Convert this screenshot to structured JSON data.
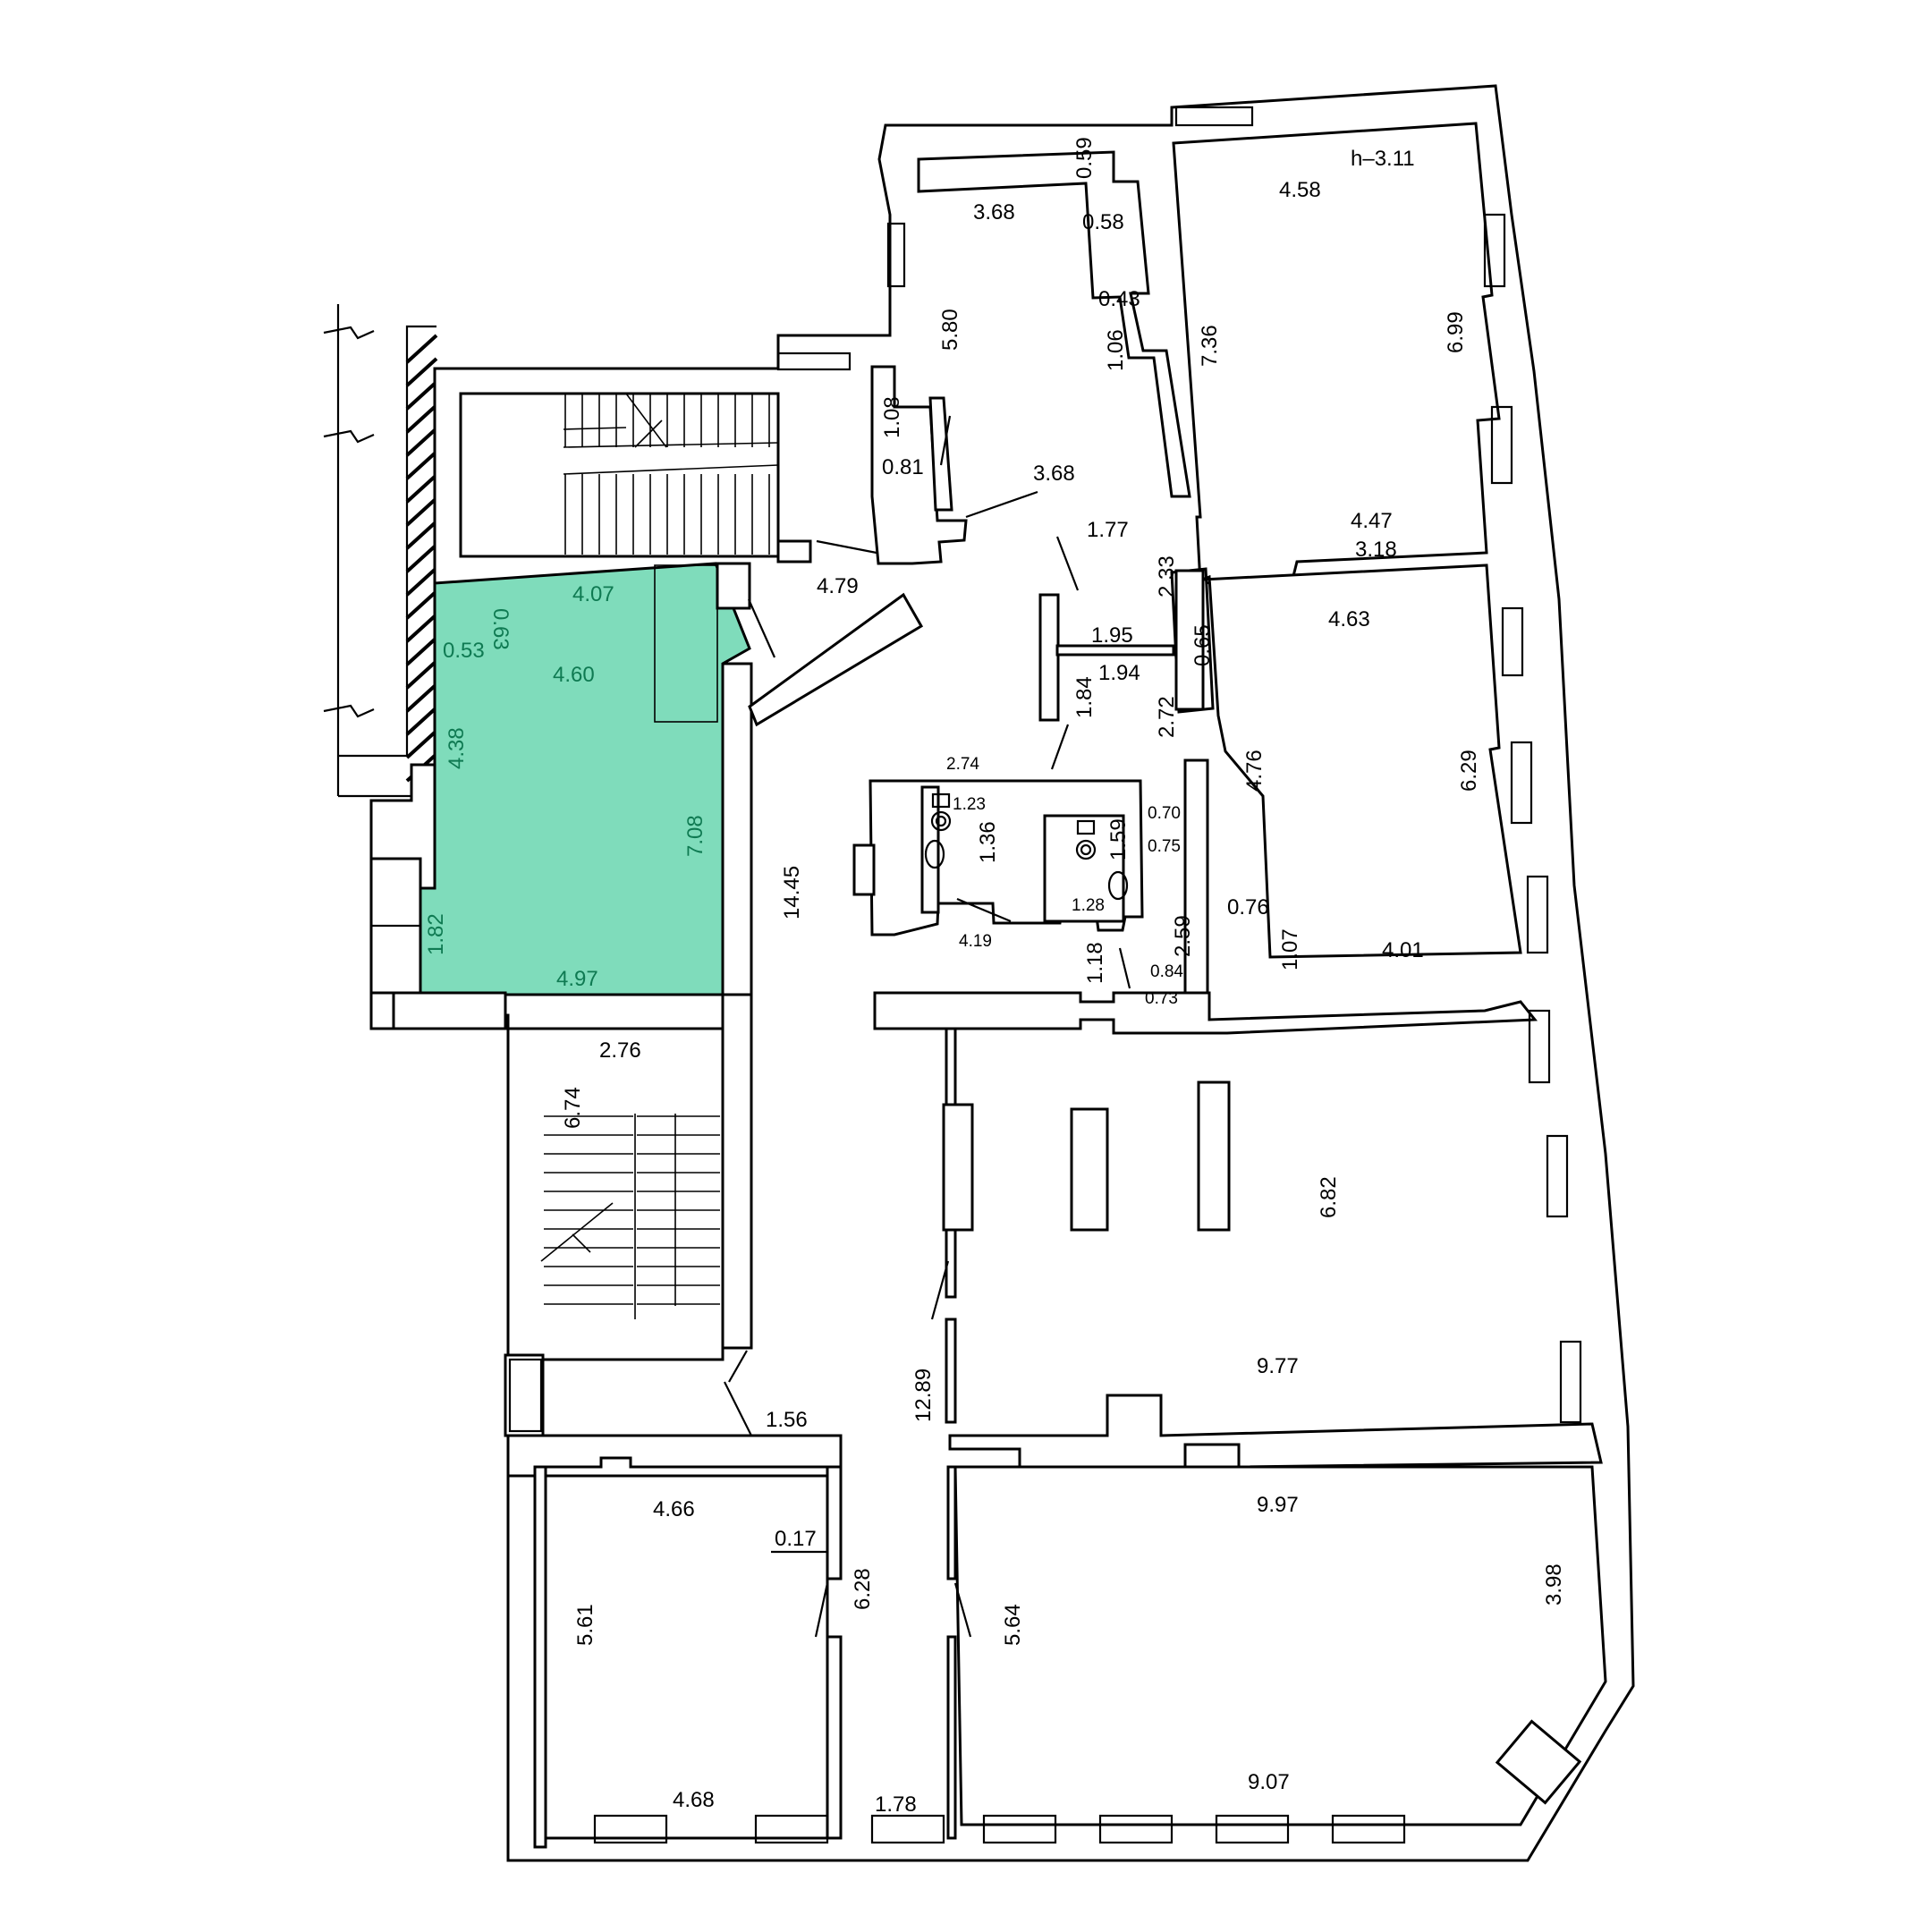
{
  "plan": {
    "highlight_color": "#7fdcbb",
    "highlight_text_color": "#0f7a52",
    "height_note": "h–3.11",
    "labels": {
      "d368a": "3.68",
      "d059": "0.59",
      "d058": "0.58",
      "d043": "0.43",
      "d106": "1.06",
      "d580": "5.80",
      "d736": "7.36",
      "d458": "4.58",
      "d699": "6.99",
      "d108": "1.08",
      "d081": "0.81",
      "d368b": "3.68",
      "d177": "1.77",
      "d233": "2.33",
      "d447": "4.47",
      "d318": "3.18",
      "d479": "4.79",
      "d463": "4.63",
      "d065": "0.65",
      "d195": "1.95",
      "d194": "1.94",
      "d184": "1.84",
      "d272": "2.72",
      "d476": "4.76",
      "d629": "6.29",
      "d274": "2.74",
      "d123": "1.23",
      "d136": "1.36",
      "d070": "0.70",
      "d075": "0.75",
      "d159": "1.59",
      "d128": "1.28",
      "d259": "2.59",
      "d076": "0.76",
      "d107": "1.07",
      "d401": "4.01",
      "d419": "4.19",
      "d118": "1.18",
      "d084": "0.84",
      "d073": "0.73",
      "d1445": "14.45",
      "d407": "4.07",
      "d063": "0.63",
      "d053": "0.53",
      "d460": "4.60",
      "d438": "4.38",
      "d708": "7.08",
      "d182": "1.82",
      "d497": "4.97",
      "d276": "2.76",
      "d674": "6.74",
      "d682": "6.82",
      "d977": "9.77",
      "d1289": "12.89",
      "d156": "1.56",
      "d466": "4.66",
      "d017": "0.17",
      "d628": "6.28",
      "d561": "5.61",
      "d564": "5.64",
      "d997": "9.97",
      "d398": "3.98",
      "d468": "4.68",
      "d178": "1.78",
      "d907": "9.07"
    }
  }
}
